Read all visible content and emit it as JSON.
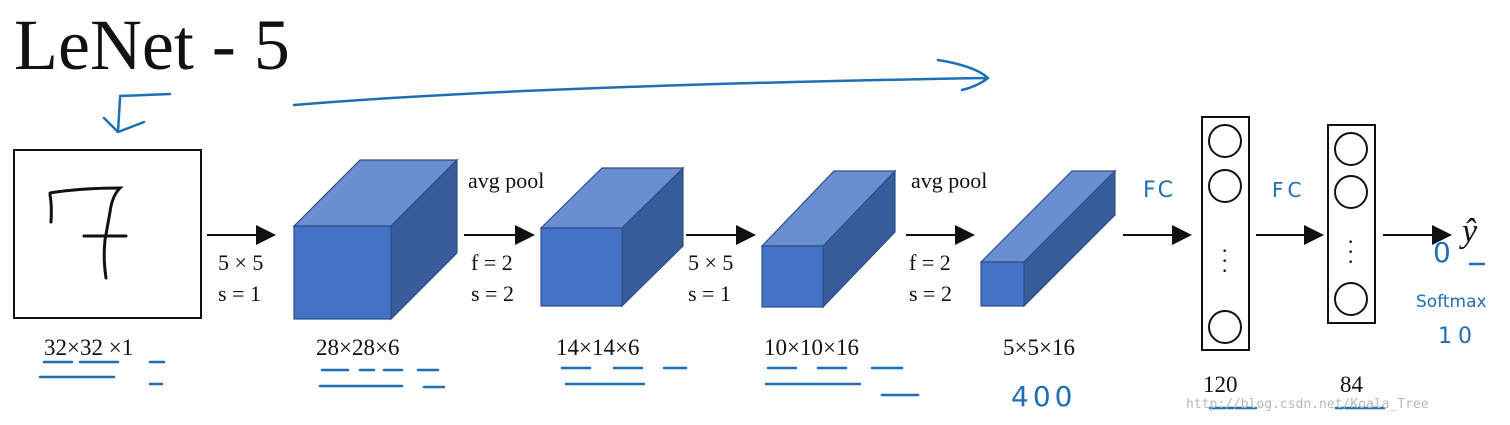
{
  "title": "LeNet - 5",
  "input": {
    "digit": "7",
    "dims": "32×32 ×1"
  },
  "layers": [
    {
      "dims": "28×28×6"
    },
    {
      "dims": "14×14×6"
    },
    {
      "dims": "10×10×16"
    },
    {
      "dims": "5×5×16"
    }
  ],
  "ops": [
    {
      "top": "",
      "line1": "5 × 5",
      "line2": "s = 1"
    },
    {
      "top": "avg pool",
      "line1": "f = 2",
      "line2": "s = 2"
    },
    {
      "top": "",
      "line1": "5 × 5",
      "line2": "s = 1"
    },
    {
      "top": "avg pool",
      "line1": "f = 2",
      "line2": "s = 2"
    }
  ],
  "fc_layers": [
    {
      "size": "120"
    },
    {
      "size": "84"
    }
  ],
  "output": {
    "symbol": "ŷ"
  },
  "handwritten": {
    "fc1": "FC",
    "fc2": "FC",
    "flatten": "400",
    "output_zero": "0",
    "softmax": "Softmax",
    "softmax_n": "10"
  },
  "watermark": "http://blog.csdn.net/Koala_Tree",
  "colors": {
    "cube_front": "#4472c4",
    "cube_top": "#6a8fd0",
    "cube_side": "#365c99",
    "annotation": "#1f6fb5"
  }
}
